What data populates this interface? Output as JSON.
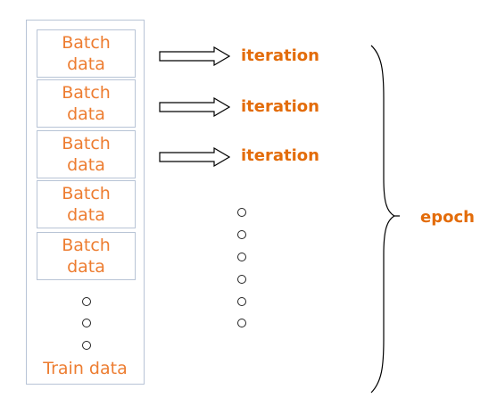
{
  "batches": [
    {
      "line1": "Batch",
      "line2": "data"
    },
    {
      "line1": "Batch",
      "line2": "data"
    },
    {
      "line1": "Batch",
      "line2": "data"
    },
    {
      "line1": "Batch",
      "line2": "data"
    },
    {
      "line1": "Batch",
      "line2": "data"
    }
  ],
  "train_label": "Train data",
  "iterations": [
    "iteration",
    "iteration",
    "iteration"
  ],
  "epoch_label": "epoch",
  "colors": {
    "label": "#ed7d31",
    "bold_label": "#e36c0a",
    "border": "#b8c4d6"
  }
}
